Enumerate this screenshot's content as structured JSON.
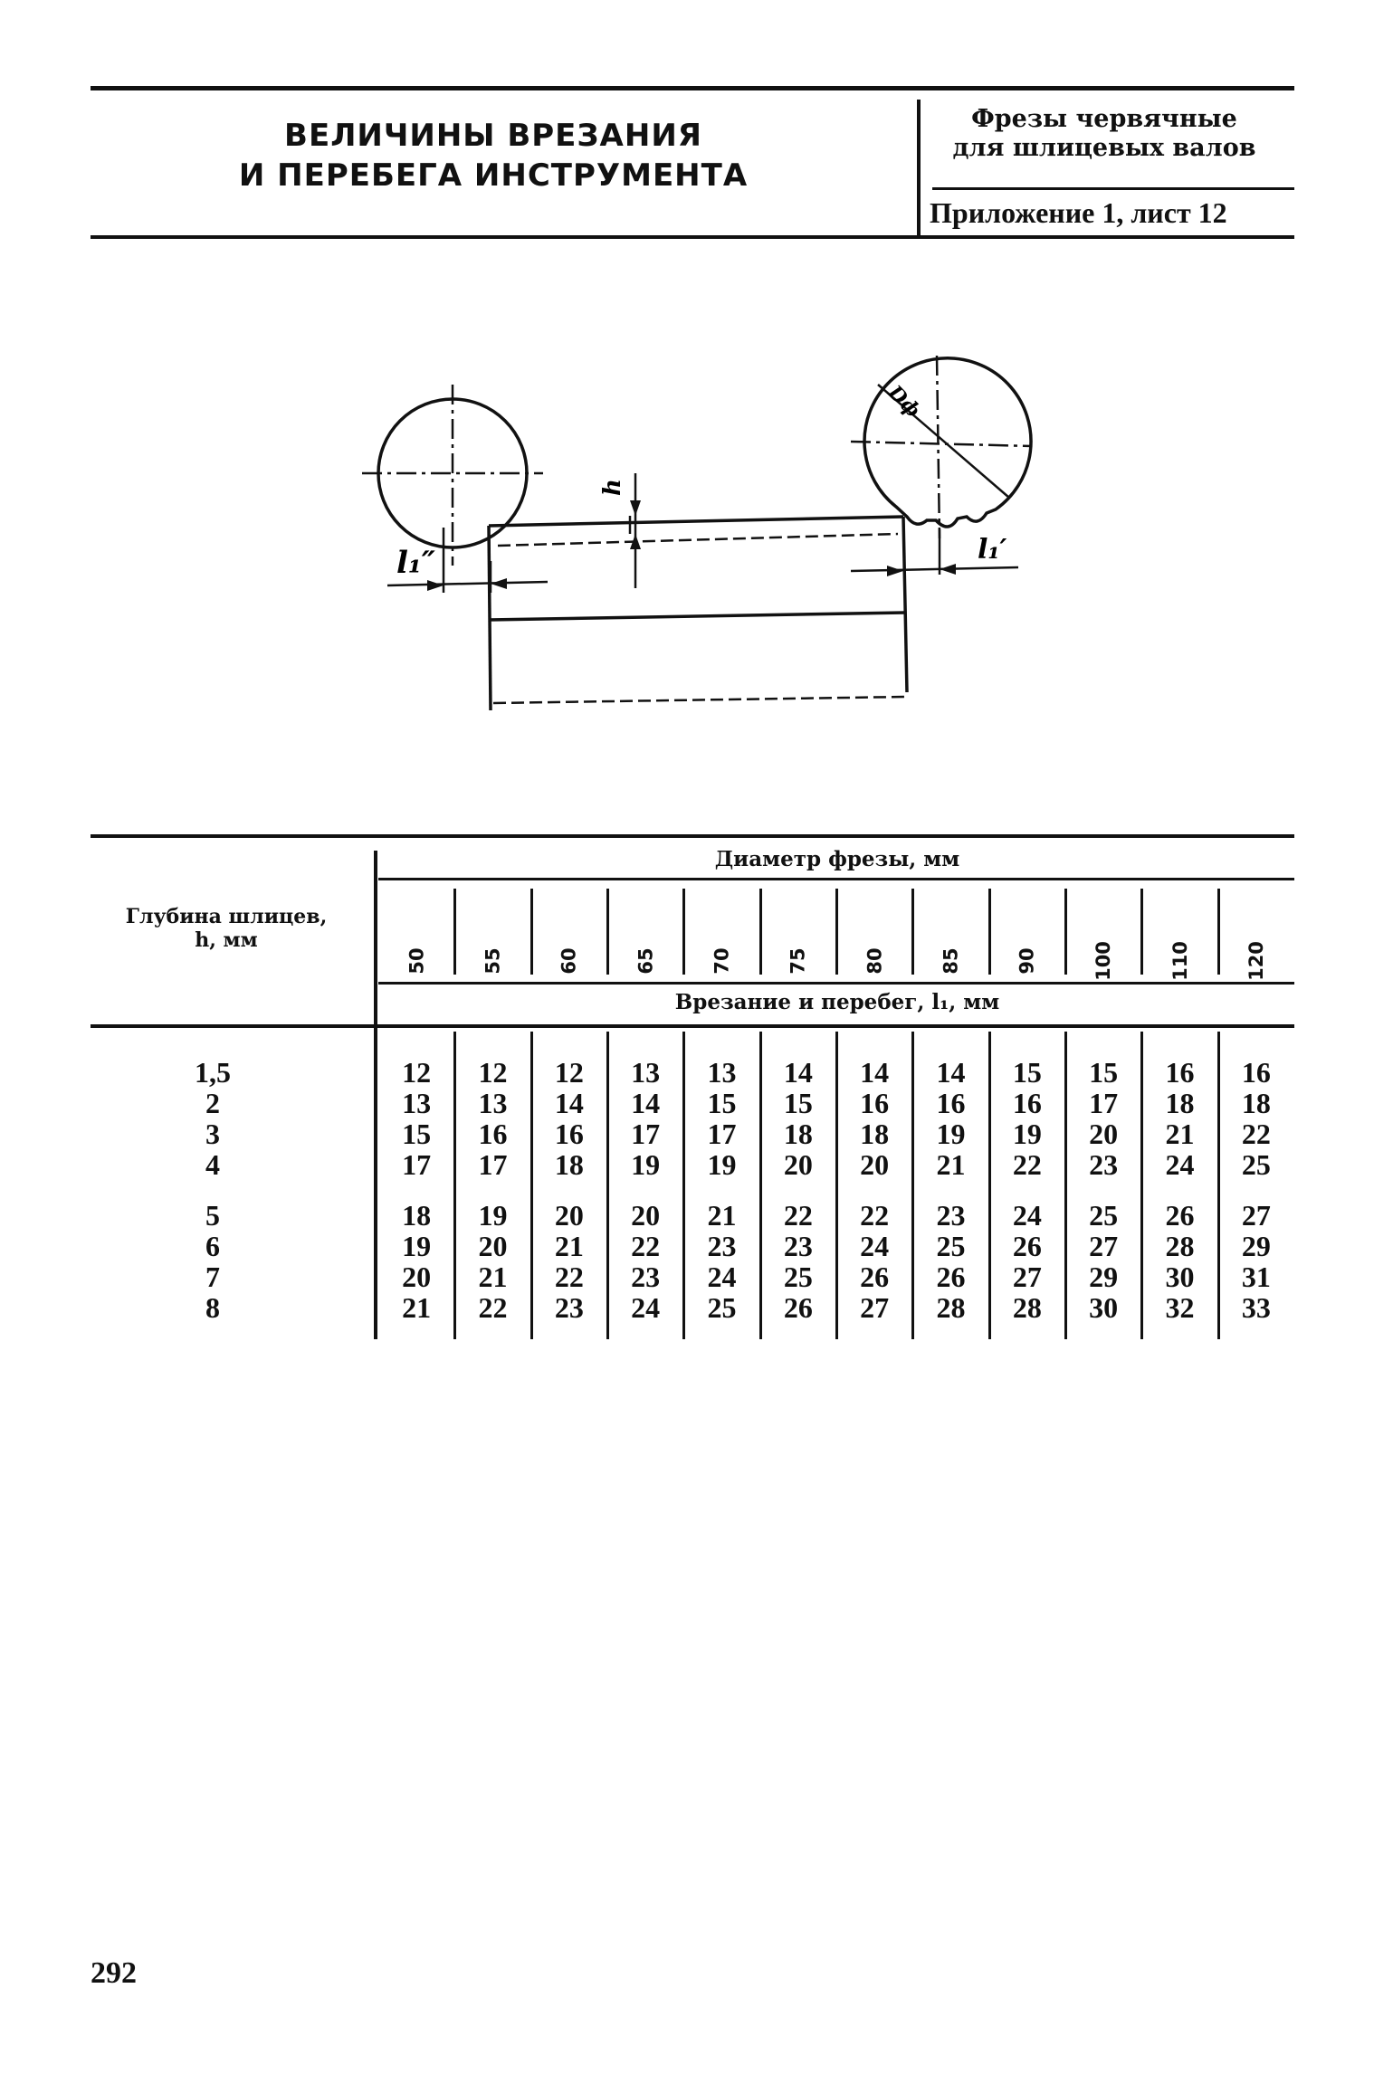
{
  "header": {
    "title_line1": "ВЕЛИЧИНЫ ВРЕЗАНИЯ",
    "title_line2": "И ПЕРЕБЕГА ИНСТРУМЕНТА",
    "tool_line1": "Фрезы червячные",
    "tool_line2": "для шлицевых валов",
    "appendix": "Приложение 1, лист 12"
  },
  "drawing": {
    "label_h": "h",
    "label_l_left": "l₁″",
    "label_l_right": "l₁′",
    "label_d": "Dф"
  },
  "table": {
    "depth_header_line1": "Глубина шлицев,",
    "depth_header_line2": "h, мм",
    "diameter_header": "Диаметр фрезы, мм",
    "value_header": "Врезание и перебег, l₁, мм",
    "diameters": [
      "50",
      "55",
      "60",
      "65",
      "70",
      "75",
      "80",
      "85",
      "90",
      "100",
      "110",
      "120"
    ],
    "depths": [
      "1,5",
      "2",
      "3",
      "4",
      "5",
      "6",
      "7",
      "8"
    ],
    "rows": [
      [
        "12",
        "12",
        "12",
        "13",
        "13",
        "14",
        "14",
        "14",
        "15",
        "15",
        "16",
        "16"
      ],
      [
        "13",
        "13",
        "14",
        "14",
        "15",
        "15",
        "16",
        "16",
        "16",
        "17",
        "18",
        "18"
      ],
      [
        "15",
        "16",
        "16",
        "17",
        "17",
        "18",
        "18",
        "19",
        "19",
        "20",
        "21",
        "22"
      ],
      [
        "17",
        "17",
        "18",
        "19",
        "19",
        "20",
        "20",
        "21",
        "22",
        "23",
        "24",
        "25"
      ],
      [
        "18",
        "19",
        "20",
        "20",
        "21",
        "22",
        "22",
        "23",
        "24",
        "25",
        "26",
        "27"
      ],
      [
        "19",
        "20",
        "21",
        "22",
        "23",
        "23",
        "24",
        "25",
        "26",
        "27",
        "28",
        "29"
      ],
      [
        "20",
        "21",
        "22",
        "23",
        "24",
        "25",
        "26",
        "26",
        "27",
        "29",
        "30",
        "31"
      ],
      [
        "21",
        "22",
        "23",
        "24",
        "25",
        "26",
        "27",
        "28",
        "28",
        "30",
        "32",
        "33"
      ]
    ]
  },
  "page_number": "292"
}
